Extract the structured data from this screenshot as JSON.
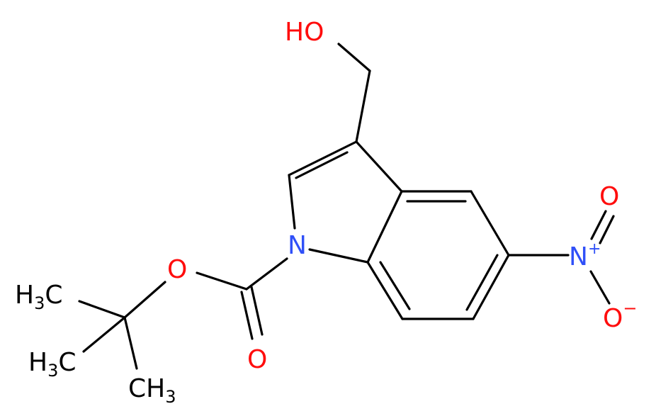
{
  "colors": {
    "background": "#ffffff",
    "carbon": "#000000",
    "oxygen": "#ff0d0d",
    "nitrogen": "#3050f8"
  },
  "atoms": {
    "ho": {
      "text": "HO",
      "element": "O"
    },
    "n1": {
      "text": "N",
      "element": "N"
    },
    "o_ester": {
      "text": "O",
      "element": "O"
    },
    "o_carbonyl": {
      "text": "O",
      "element": "O"
    },
    "n_nitro": {
      "text": "N",
      "charge": "+",
      "element": "N"
    },
    "o_nitro_double": {
      "text": "O",
      "element": "O"
    },
    "o_nitro_single": {
      "text": "O",
      "charge": "−",
      "element": "O"
    },
    "ch3_top": {
      "main": "H",
      "sub": "3",
      "tail": "C"
    },
    "ch3_mid": {
      "main": "H",
      "sub": "3",
      "tail": "C"
    },
    "ch3_bottom": {
      "main": "CH",
      "sub": "3"
    }
  }
}
